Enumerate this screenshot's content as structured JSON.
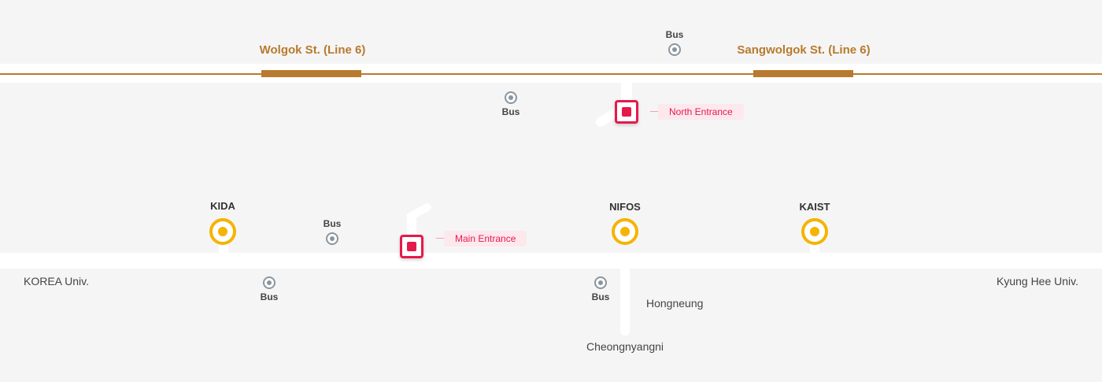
{
  "colors": {
    "background": "#f5f5f5",
    "road": "#ffffff",
    "subway_line": "#b87a2e",
    "bus_icon": "#8a959f",
    "stop_icon": "#f5b400",
    "entrance": "#e6194b",
    "entrance_tag_bg": "#fde8ee"
  },
  "subway_stations": [
    {
      "label": "Wolgok St. (Line 6)",
      "icon": "subway-platform"
    },
    {
      "label": "Sangwolgok St. (Line 6)",
      "icon": "subway-platform"
    }
  ],
  "bus_stops": [
    {
      "label": "Bus",
      "icon": "bus-stop-icon"
    },
    {
      "label": "Bus",
      "icon": "bus-stop-icon"
    },
    {
      "label": "Bus",
      "icon": "bus-stop-icon"
    },
    {
      "label": "Bus",
      "icon": "bus-stop-icon"
    },
    {
      "label": "Bus",
      "icon": "bus-stop-icon"
    }
  ],
  "shuttle_stops": [
    {
      "label": "KIDA",
      "icon": "stop-marker-icon"
    },
    {
      "label": "NIFOS",
      "icon": "stop-marker-icon"
    },
    {
      "label": "KAIST",
      "icon": "stop-marker-icon"
    }
  ],
  "entrances": [
    {
      "label": "North Entrance",
      "icon": "entrance-marker-icon"
    },
    {
      "label": "Main Entrance",
      "icon": "entrance-marker-icon"
    }
  ],
  "places": [
    {
      "label": "KOREA Univ."
    },
    {
      "label": "Kyung Hee Univ."
    },
    {
      "label": "Hongneung"
    },
    {
      "label": "Cheongnyangni"
    }
  ]
}
